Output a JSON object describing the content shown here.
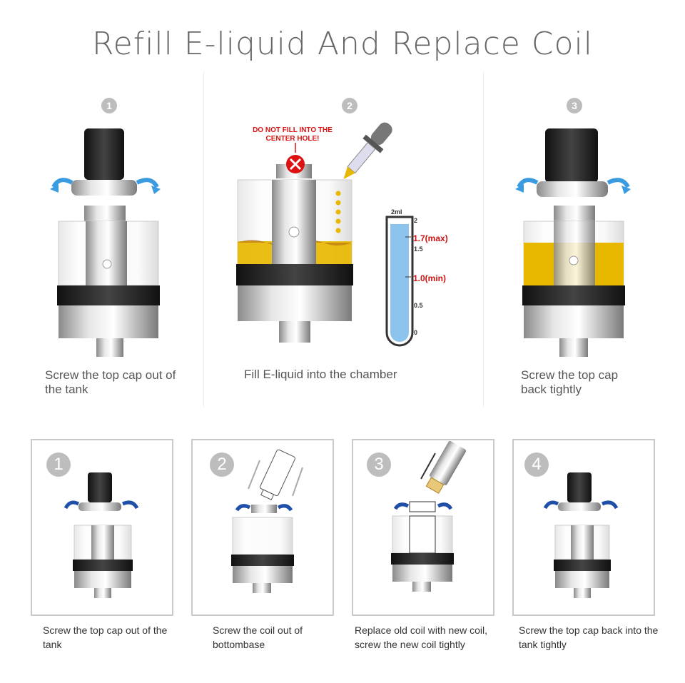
{
  "title": "Refill E-liquid And Replace Coil",
  "refill_steps": [
    {
      "number": "1",
      "caption": "Screw the top cap out of the tank"
    },
    {
      "number": "2",
      "caption": "Fill E-liquid into the chamber"
    },
    {
      "number": "3",
      "caption": "Screw the top cap back tightly"
    }
  ],
  "warning": "DO NOT FILL INTO THE CENTER HOLE!",
  "gauge": {
    "header": "2ml",
    "ticks": [
      "2",
      "1.5",
      "0.5",
      "0"
    ],
    "max_label": "1.7(max)",
    "min_label": "1.0(min)",
    "fill_max": 2
  },
  "coil_steps": [
    {
      "number": "1",
      "caption": "Screw the top cap out of the tank"
    },
    {
      "number": "2",
      "caption": "Screw the coil out of bottombase"
    },
    {
      "number": "3",
      "caption": "Replace old coil with new coil, screw the new coil tightly"
    },
    {
      "number": "4",
      "caption": "Screw the top cap back into the tank tightly"
    }
  ],
  "colors": {
    "arrow_light": "#3a9be0",
    "arrow_dark": "#1f4fa8",
    "liquid": "#e8b800",
    "warning": "#dd1111",
    "gauge_fill": "#8cc4ee"
  }
}
